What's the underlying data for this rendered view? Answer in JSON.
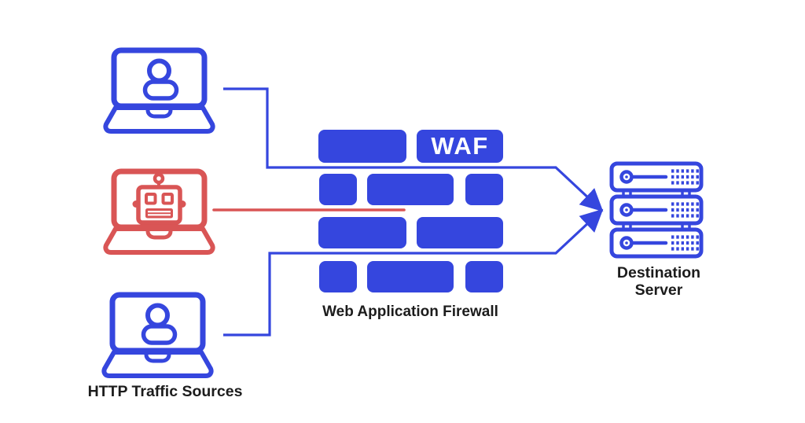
{
  "diagram": {
    "type": "waf-architecture",
    "labels": {
      "waf_badge": "WAF",
      "firewall": "Web Application Firewall",
      "sources": "HTTP Traffic Sources",
      "destination_line1": "Destination",
      "destination_line2": "Server"
    },
    "colors": {
      "blue": "#3546DE",
      "red": "#D95555",
      "text": "#1C1C1C",
      "badge_text": "#FFFFFF",
      "background": "#FFFFFF"
    },
    "icons": [
      {
        "name": "user-laptop-icon",
        "color": "#3546DE",
        "count": 2
      },
      {
        "name": "bot-laptop-icon",
        "color": "#D95555",
        "count": 1
      },
      {
        "name": "server-stack-icon",
        "color": "#3546DE",
        "count": 1
      },
      {
        "name": "brick-wall",
        "color": "#3546DE",
        "rows": 4
      }
    ],
    "flows": [
      {
        "source": "user-laptop-top",
        "color": "#3546DE",
        "result": "passes-firewall-to-server"
      },
      {
        "source": "bot-laptop",
        "color": "#D95555",
        "result": "blocked-at-firewall"
      },
      {
        "source": "user-laptop-bottom",
        "color": "#3546DE",
        "result": "passes-firewall-to-server"
      }
    ]
  }
}
